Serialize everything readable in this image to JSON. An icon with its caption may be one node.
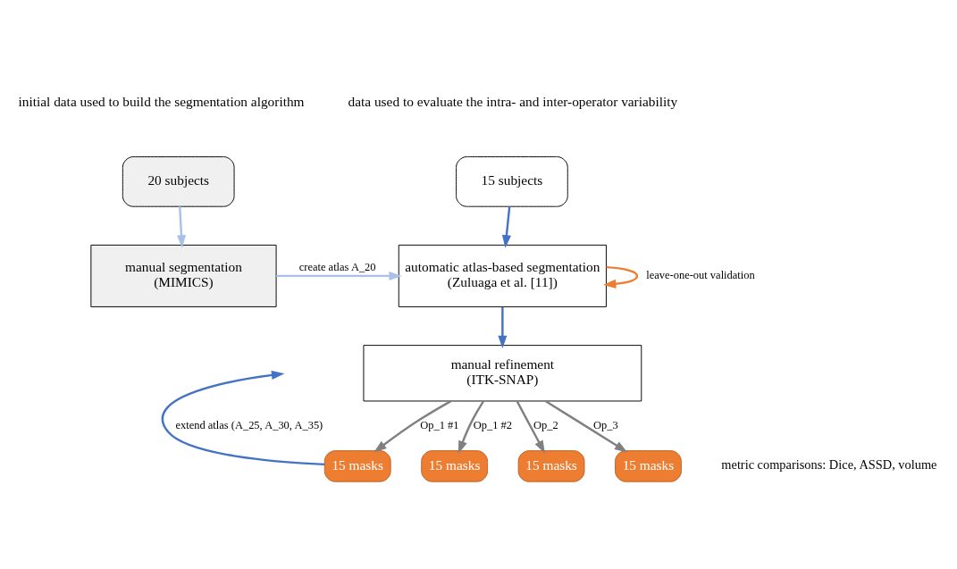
{
  "diagram": {
    "nodes": [
      {
        "text": [
          "20 subjects"
        ]
      },
      {
        "text": [
          "15 subjects"
        ]
      },
      {
        "text": [
          "manual segmentation",
          "(MIMICS)"
        ]
      },
      {
        "text": [
          "automatic atlas-based segmentation",
          "(Zuluaga et al. [11])"
        ]
      },
      {
        "text": [
          "manual refinement",
          "(ITK-SNAP)"
        ]
      },
      {
        "text": [
          "15 masks"
        ]
      },
      {
        "text": [
          "15 masks"
        ]
      },
      {
        "text": [
          "15 masks"
        ]
      },
      {
        "text": [
          "15 masks"
        ],
        "beside": [
          "metric comparisons: Dice, ASSD, volume"
        ]
      }
    ],
    "edges": [
      {
        "from": 0,
        "to": 2,
        "arrow": "to",
        "color": "#a9c1e8"
      },
      {
        "from": 1,
        "to": 3,
        "arrow": "to"
      },
      {
        "from": 2,
        "to": 3,
        "arrow": "to",
        "color": "#a9c1e8",
        "label": "create atlas A_20"
      },
      {
        "from": 3,
        "to": 3,
        "arrow": "to",
        "color": "#ed7d31",
        "label": "leave-one-out validation"
      },
      {
        "from": 3,
        "to": 4,
        "arrow": "to"
      },
      {
        "from": 4,
        "to": 5,
        "arrow": "to",
        "color": "#808080",
        "label": "Op_1 #1"
      },
      {
        "from": 4,
        "to": 6,
        "arrow": "to",
        "color": "#808080",
        "label": "Op_1 #2"
      },
      {
        "from": 4,
        "to": 7,
        "arrow": "to",
        "color": "#808080",
        "label": "Op_2"
      },
      {
        "from": 4,
        "to": 8,
        "arrow": "to",
        "color": "#808080",
        "label": "Op_3"
      },
      {
        "from": 5,
        "to": null,
        "arrow": "to",
        "label": "extend atlas (A_25, A_30, A_35)"
      }
    ],
    "labels": [
      "initial data used to build the segmentation algorithm",
      "data used to evaluate the intra- and inter-operator variability"
    ]
  }
}
